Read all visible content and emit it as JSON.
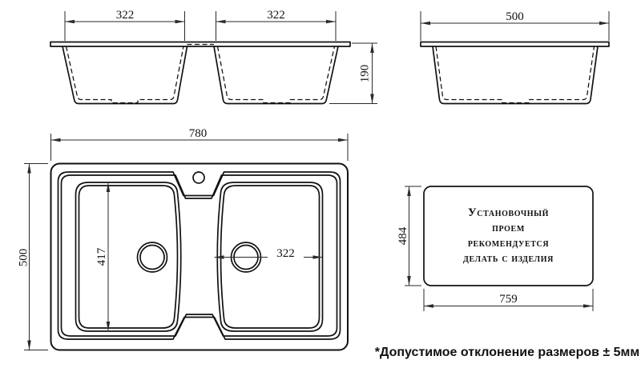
{
  "front_view": {
    "dim_left_bowl_width": "322",
    "dim_right_bowl_width": "322",
    "dim_depth": "190"
  },
  "side_view": {
    "dim_width": "500"
  },
  "top_view": {
    "dim_overall_width": "780",
    "dim_overall_depth": "500",
    "dim_bowl_length": "417",
    "dim_bowl_width": "322"
  },
  "cutout": {
    "dim_height": "484",
    "dim_width": "759",
    "note_line1": "Установочный",
    "note_line2": "проем",
    "note_line3": "рекомендуется",
    "note_line4": "делать с изделия"
  },
  "footnote": "*Допустимое отклонение размеров ± 5мм"
}
